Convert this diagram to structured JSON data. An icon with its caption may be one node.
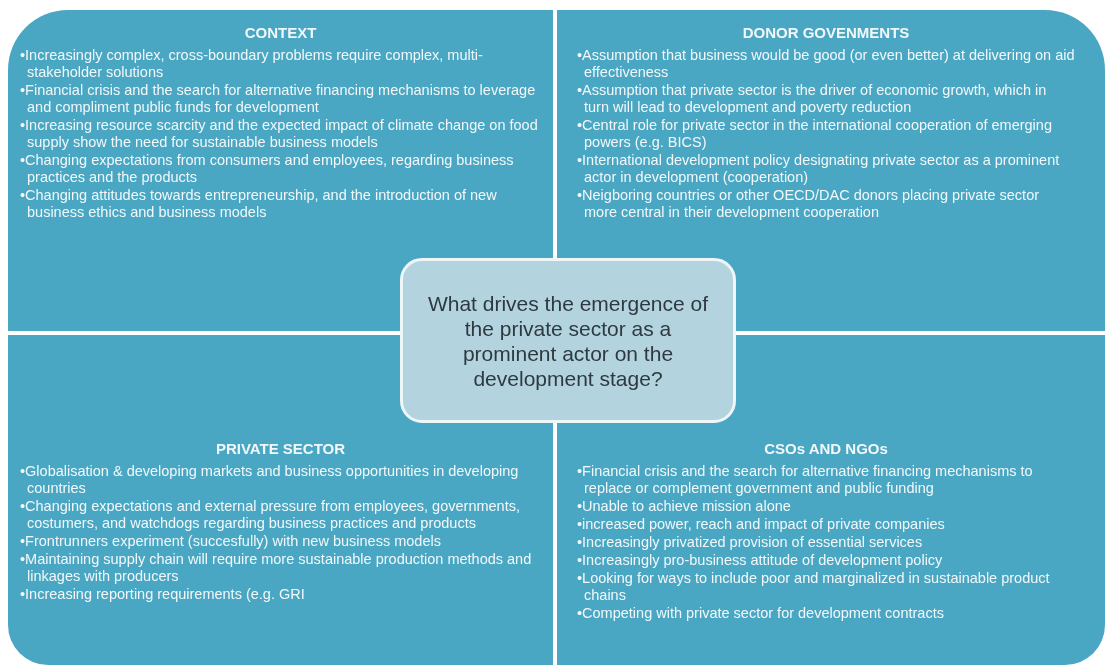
{
  "diagram": {
    "nodes": [
      {
        "text": [
          "CONTEXT",
          "•Increasingly complex, cross-boundary problems require complex, multi-stakeholder solutions",
          "•Financial crisis and the search for alternative financing mechanisms to leverage and compliment public funds for development",
          "•Increasing resource scarcity and the expected impact of climate change on food supply show the need for sustainable business models",
          "•Changing expectations from consumers and employees, regarding business practices and the products",
          "•Changing attitudes towards entrepreneurship, and the introduction of new business ethics and business models"
        ]
      },
      {
        "text": [
          "DONOR GOVENMENTS",
          "•Assumption that business would be good (or even better) at delivering on aid effectiveness",
          "•Assumption that private sector is the driver of economic growth, which in turn will lead to development and poverty reduction",
          "•Central role for private sector in the international cooperation of emerging powers (e.g. BICS)",
          "•International development policy designating private sector as a prominent actor in development (cooperation)",
          "•Neigboring countries or other OECD/DAC donors placing private sector more central in their development cooperation"
        ]
      },
      {
        "text": [
          "What drives the emergence of the private sector as a prominent actor on the development stage?"
        ]
      },
      {
        "text": [
          "PRIVATE SECTOR",
          "•Globalisation & developing markets and business opportunities in developing countries",
          "•Changing expectations and external pressure from employees, governments, costumers, and watchdogs regarding business practices and products",
          "•Frontrunners experiment (succesfully) with new business models",
          "•Maintaining supply chain will require more sustainable production methods and linkages with producers",
          "•Increasing reporting requirements (e.g. GRI"
        ]
      },
      {
        "text": [
          "CSOs AND NGOs",
          "•Financial crisis and the search for alternative financing mechanisms to replace or complement government and public funding",
          "•Unable to achieve mission alone",
          "•increased power, reach and impact of private companies",
          "•Increasingly privatized provision of essential services",
          "•Increasingly pro-business attitude of development policy",
          "•Looking for ways to include poor and marginalized in sustainable product chains",
          "•Competing with private sector for development contracts"
        ]
      }
    ]
  }
}
